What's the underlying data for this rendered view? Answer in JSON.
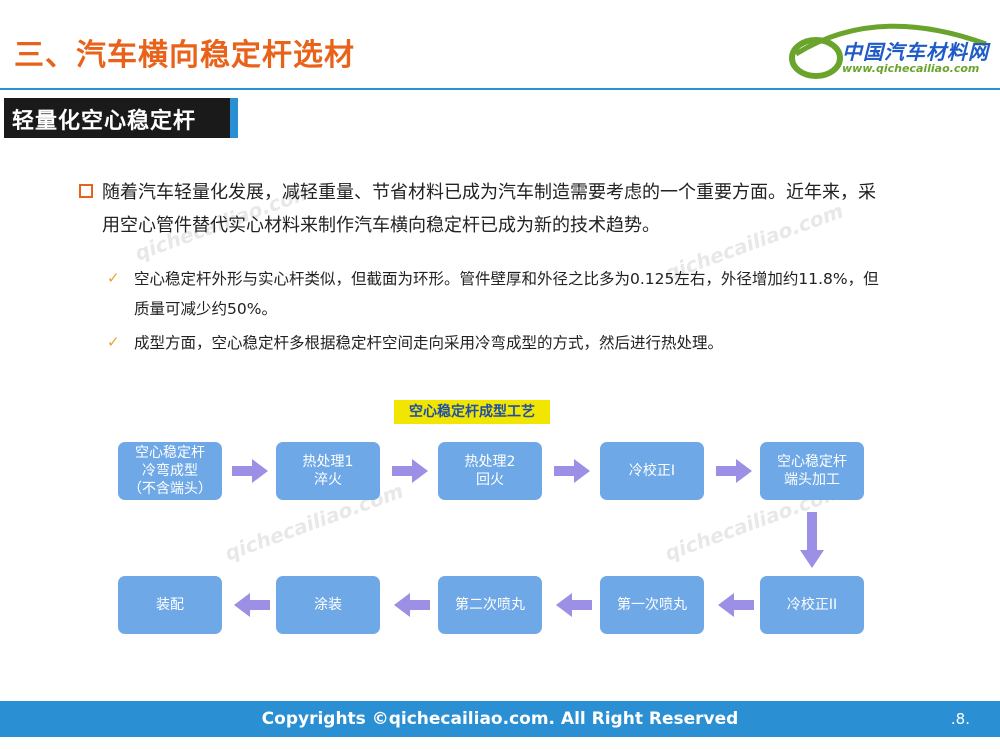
{
  "title": "三、汽车横向稳定杆选材",
  "logo": {
    "name": "中国汽车材料网",
    "url": "www.qichecailiao.com"
  },
  "section": "轻量化空心稳定杆",
  "bullet_main": "随着汽车轻量化发展，减轻重量、节省材料已成为汽车制造需要考虑的一个重要方面。近年来，采用空心管件替代实心材料来制作汽车横向稳定杆已成为新的技术趋势。",
  "bullets_sub": [
    "空心稳定杆外形与实心杆类似，但截面为环形。管件壁厚和外径之比多为0.125左右，外径增加约11.8%，但质量可减少约50%。",
    "成型方面，空心稳定杆多根据稳定杆空间走向采用冷弯成型的方式，然后进行热处理。"
  ],
  "flow": {
    "title": "空心稳定杆成型工艺",
    "row1": [
      "空心稳定杆\n冷弯成型\n（不含端头）",
      "热处理1\n淬火",
      "热处理2\n回火",
      "冷校正I",
      "空心稳定杆\n端头加工"
    ],
    "row2": [
      "装配",
      "涂装",
      "第二次喷丸",
      "第一次喷丸",
      "冷校正II"
    ]
  },
  "footer": {
    "copyright": "Copyrights ©qichecailiao.com. All Right Reserved",
    "page": ".8."
  },
  "watermark": "qichecailiao.com",
  "colors": {
    "title": "#E8621A",
    "accent_blue": "#2A8FD3",
    "box": "#6FA8E6",
    "arrow": "#9B8FE6",
    "flow_title_bg": "#F2E600"
  }
}
